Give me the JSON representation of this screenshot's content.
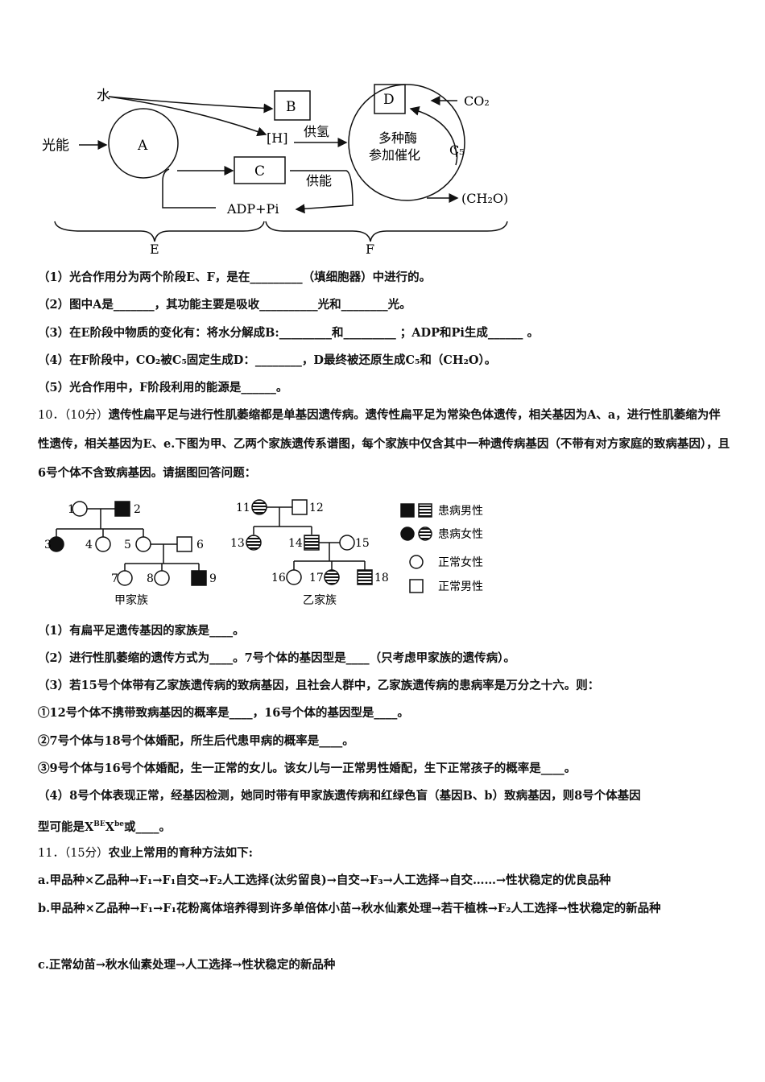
{
  "diagram1": {
    "water": "水",
    "light_energy": "光能",
    "A": "A",
    "B": "B",
    "H": "[H]",
    "supply_h": "供氢",
    "C": "C",
    "supply_energy": "供能",
    "adp": "ADP+Pi",
    "D": "D",
    "co2": "CO₂",
    "enzyme1": "多种酶",
    "enzyme2": "参加催化",
    "c5": "C₅",
    "ch2o": "(CH₂O)",
    "E": "E",
    "F": "F"
  },
  "q9": [
    "（1）光合作用分为两个阶段E、F，是在_________（填细胞器）中进行的。",
    "（2）图中A是_______，其功能主要是吸收__________光和________光。",
    "（3）在E阶段中物质的变化有：将水分解成B:_________和_________ ；ADP和Pi生成______ 。",
    "（4）在F阶段中，CO₂被C₅固定生成D：________，D最终被还原生成C₅和（CH₂O）。",
    "（5）光合作用中，F阶段利用的能源是______。"
  ],
  "q10": {
    "number": "10．（10分）",
    "stem": "遗传性扁平足与进行性肌萎缩都是单基因遗传病。遗传性扁平足为常染色体遗传，相关基因为A、a，进行性肌萎缩为伴性遗传，相关基因为E、e.下图为甲、乙两个家族遗传系谱图，每个家族中仅含其中一种遗传病基因（不带有对方家庭的致病基因），且6号个体不含致病基因。请据图回答问题：",
    "pedigree": {
      "family_jia": "甲家族",
      "family_yi": "乙家族",
      "legend": [
        "患病男性",
        "患病女性",
        "正常女性",
        "正常男性"
      ],
      "ids": [
        "1",
        "2",
        "3",
        "4",
        "5",
        "6",
        "7",
        "8",
        "9",
        "11",
        "12",
        "13",
        "14",
        "15",
        "16",
        "17",
        "18"
      ]
    },
    "items": [
      "（1）有扁平足遗传基因的家族是____。",
      "（2）进行性肌萎缩的遗传方式为____。7号个体的基因型是____（只考虑甲家族的遗传病）。",
      "（3）若15号个体带有乙家族遗传病的致病基因，且社会人群中，乙家族遗传病的患病率是万分之十六。则：",
      "①12号个体不携带致病基因的概率是____，16号个体的基因型是____。",
      "②7号个体与18号个体婚配，所生后代患甲病的概率是____。",
      "③9号个体与16号个体婚配，生一正常的女儿。该女儿与一正常男性婚配，生下正常孩子的概率是____。"
    ],
    "item4_a": "（4）8号个体表现正常，经基因检测，她同时带有甲家族遗传病和红绿色盲（基因B、b）致病基因，则8号个体基因",
    "item4_b_pre": "型可能是X",
    "sup1": "BE",
    "item4_b_mid": "X",
    "sup2": "be",
    "item4_b_post": "或____。"
  },
  "q11": {
    "number": "11．（15分）",
    "stem": "农业上常用的育种方法如下:",
    "a": "a.甲品种×乙品种→F₁→F₁自交→F₂人工选择(汰劣留良)→自交→F₃→人工选择→自交……→性状稳定的优良品种",
    "b": "b.甲品种×乙品种→F₁→F₁花粉离体培养得到许多单倍体小苗→秋水仙素处理→若干植株→F₂人工选择→性状稳定的新品种",
    "c": "c.正常幼苗→秋水仙素处理→人工选择→性状稳定的新品种"
  }
}
